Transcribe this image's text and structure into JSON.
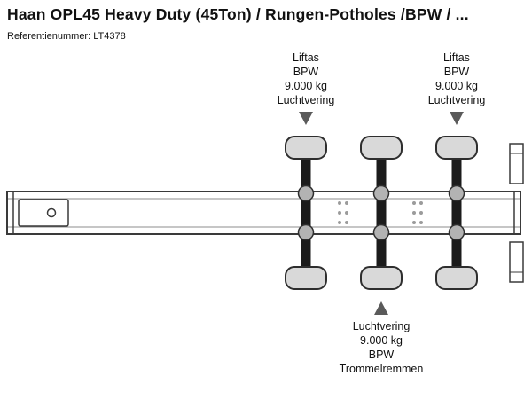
{
  "header": {
    "title": "Haan OPL45 Heavy Duty (45Ton) / Rungen-Potholes /BPW / ...",
    "reference": "Referentienummer: LT4378"
  },
  "diagram": {
    "axle_count": 3,
    "colors": {
      "outline": "#3a3a3a",
      "tire_fill": "#d9d9d9",
      "hub_fill": "#b3b3b3",
      "axle_fill": "#1b1b1b",
      "arrow": "#5a5a5a",
      "background": "#ffffff"
    }
  },
  "annotations": {
    "axle_1": {
      "lines": [
        "Liftas",
        "BPW",
        "9.000 kg",
        "Luchtvering"
      ]
    },
    "axle_3": {
      "lines": [
        "Liftas",
        "BPW",
        "9.000 kg",
        "Luchtvering"
      ]
    },
    "axle_2": {
      "lines": [
        "Luchtvering",
        "9.000 kg",
        "BPW",
        "Trommelremmen"
      ]
    }
  },
  "icons": {
    "axle_1_pointer": "down-arrow",
    "axle_3_pointer": "down-arrow",
    "axle_2_pointer": "up-arrow"
  }
}
